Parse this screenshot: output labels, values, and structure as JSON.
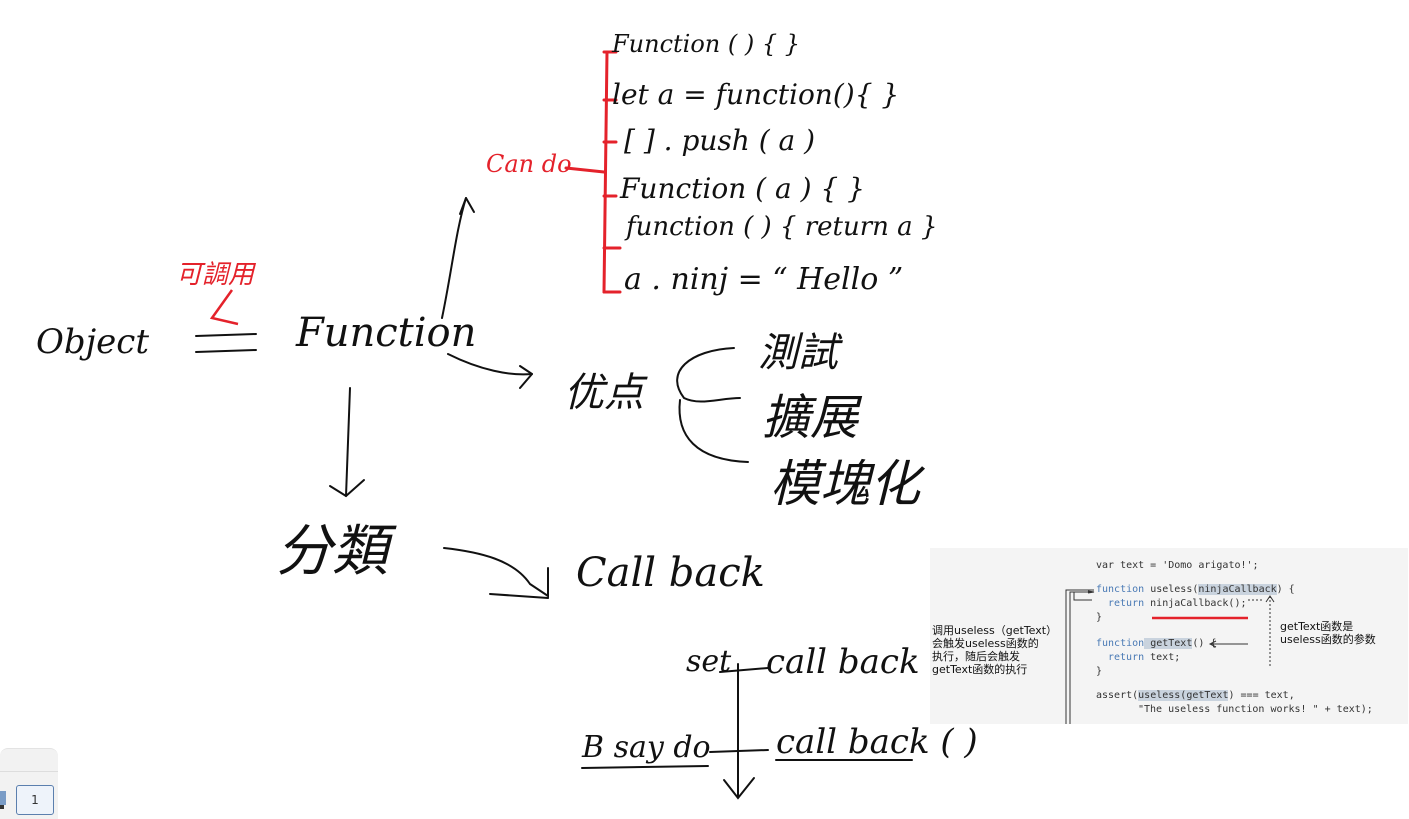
{
  "notes": {
    "object": "Object",
    "function": "Function",
    "callable": "可調用",
    "can_do": "Can do",
    "can_do_items": [
      "Function ( ) { }",
      "let  a  =  function(){ }",
      "[ ]  . push ( a )",
      "Function (  a  ) { }",
      "function ( )  { return  a }",
      "a . ninj  =  “ Hello ”"
    ],
    "advantages": "优点",
    "advantage_items": [
      "測試",
      "擴展",
      "模塊化"
    ],
    "category": "分類",
    "callback": "Call back",
    "set": "set",
    "set_callback": "call back",
    "b_say_do": "B say do",
    "b_callback": "call back ( )"
  },
  "code_panel": {
    "lines": {
      "l1_a": "var text = 'Domo arigato!';",
      "l2_kw": "function",
      "l2_fn": " useless(",
      "l2_arg": "ninjaCallback",
      "l2_end": ") {",
      "l3_kw": "return",
      "l3_call": "ninjaCallback();",
      "l4": "}",
      "l5_kw": "function",
      "l5_fn": " getText",
      "l5_end": "() {",
      "l6_kw": "return",
      "l6_end": " text;",
      "l7": "}",
      "l8_a": "assert(",
      "l8_b": "useless(",
      "l8_arg": "getText",
      "l8_c": ") === text,",
      "l9": "\"The useless function works! \" + text);"
    },
    "left_note": "调用useless（getText）\n会触发useless函数的\n执行，随后会触发\ngetText函数的执行",
    "right_note": "getText函数是\nuseless函数的参数"
  },
  "page_indicator": {
    "page": "1"
  }
}
